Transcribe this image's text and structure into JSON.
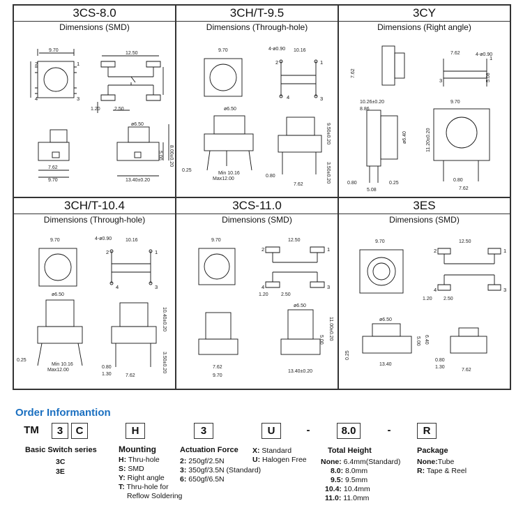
{
  "cells": [
    {
      "title": "3CS-8.0",
      "subtitle": "Dimensions (SMD)"
    },
    {
      "title": "3CH/T-9.5",
      "subtitle": "Dimensions (Through-hole)"
    },
    {
      "title": "3CY",
      "subtitle": "Dimensions (Right angle)"
    },
    {
      "title": "3CH/T-10.4",
      "subtitle": "Dimensions (Through-hole)"
    },
    {
      "title": "3CS-11.0",
      "subtitle": "Dimensions (SMD)"
    },
    {
      "title": "3ES",
      "subtitle": "Dimensions (SMD)"
    }
  ],
  "dims": {
    "d970": "9.70",
    "d1250": "12.50",
    "d762": "7.62",
    "d250": "2.50",
    "d120": "1.20",
    "d650": "ø6.50",
    "d500": "5.00",
    "d800": "8.00±0.20",
    "d1340": "13.40±0.20",
    "d1016": "10.16",
    "d4090": "4-ø0.90",
    "d950": "9.50±0.20",
    "d350": "3.50±0.20",
    "d025": "0.25",
    "min": "Min 10.16",
    "max": "Max12.00",
    "d080": "0.80",
    "d130": "1.30",
    "d1026": "10.26±0.20",
    "d886": "8.86",
    "d640": "ø6.40",
    "d1120": "11.20±0.20",
    "d508": "5.08",
    "d1040": "10.40±0.20",
    "d1100": "11.00±0.20",
    "d1340b": "13.40",
    "d640b": "6.40"
  },
  "pins": {
    "p1": "1",
    "p2": "2",
    "p3": "3",
    "p4": "4"
  },
  "order": {
    "title": "Order Informantion",
    "codes": [
      "TM",
      "3",
      "C",
      "H",
      "3",
      "U",
      "-",
      "8.0",
      "-",
      "R"
    ],
    "series_label": "Basic Switch series",
    "series_opts": [
      "3C",
      "3E"
    ],
    "mounting_label": "Mounting",
    "mounting_opts": [
      {
        "k": "H:",
        "v": "Thru-hole"
      },
      {
        "k": "S:",
        "v": "SMD"
      },
      {
        "k": "Y:",
        "v": "Right angle"
      },
      {
        "k": "T:",
        "v": "Thru-hole for"
      },
      {
        "k": "",
        "v": "Reflow Soldering"
      }
    ],
    "force_label": "Actuation Force",
    "force_opts": [
      {
        "k": "2:",
        "v": "250gf/2.5N"
      },
      {
        "k": "3:",
        "v": "350gf/3.5N (Standard)"
      },
      {
        "k": "6:",
        "v": "650gf/6.5N"
      }
    ],
    "material_opts": [
      {
        "k": "X:",
        "v": "Standard"
      },
      {
        "k": "U:",
        "v": "Halogen Free"
      }
    ],
    "height_label": "Total Height",
    "height_opts": [
      {
        "k": "None:",
        "v": "6.4mm(Standard)"
      },
      {
        "k": "8.0:",
        "v": "8.0mm"
      },
      {
        "k": "9.5:",
        "v": "9.5mm"
      },
      {
        "k": "10.4:",
        "v": "10.4mm"
      },
      {
        "k": "11.0:",
        "v": "11.0mm"
      }
    ],
    "package_label": "Package",
    "package_opts": [
      {
        "k": "None:",
        "v": "Tube"
      },
      {
        "k": "R:",
        "v": "Tape & Reel"
      }
    ]
  }
}
